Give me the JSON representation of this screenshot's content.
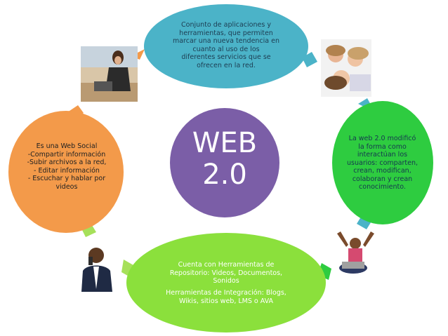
{
  "center": {
    "title_line1": "WEB",
    "title_line2": "2.0"
  },
  "nodes": {
    "top": "Conjunto de aplicaciones y\nherramientas,  que permiten\nmarcar una nueva tendencia en\ncuanto al uso de los\ndiferentes  servicios que se\nofrecen en la red.",
    "right": "La web 2.0 modificó\nla forma como\ninteractúan los\nusuarios: comparten,\ncrean, modifican,\ncolaboran y crean\nconocimiento.",
    "bottom_line1": "Cuenta con Herramientas de\nRepositorio:  Videos, Documentos,\nSonidos",
    "bottom_line2": "Herramientas de  Integración: Blogs,\nWikis, sitios web, LMS o AVA",
    "left": "Es una Web Social\n-Compartir información\n-Subir archivos a la red,\n- Editar información\n- Escuchar y hablar por\nvideos"
  },
  "colors": {
    "top": "#4bb3c8",
    "right": "#2ecc40",
    "bottom": "#8be03c",
    "left": "#f39a4a",
    "center": "#7b5ea7",
    "connector_top_left": "#f39a4a",
    "connector_top_right": "#4bb3c8",
    "connector_right_bottom": "#4bb3c8",
    "connector_left_bottom": "#a6e05a"
  },
  "photos": {
    "top_left": "woman-laptop-photo",
    "top_right": "girls-lying-photo",
    "bottom_right": "person-arms-raised-photo",
    "bottom_left": "man-phone-photo"
  }
}
